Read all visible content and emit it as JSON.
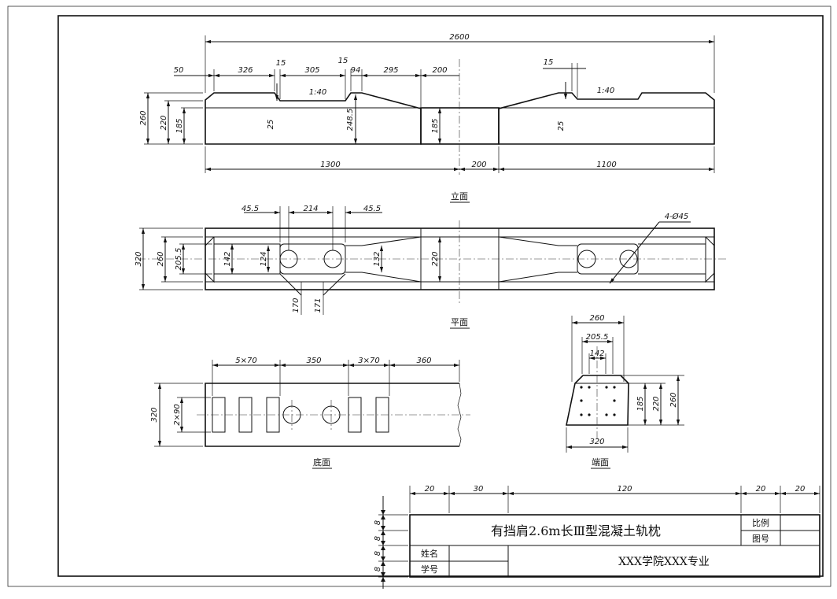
{
  "elevation": {
    "caption": "立面",
    "dims_top": {
      "overall": "2600",
      "d50": "50",
      "d326": "326",
      "d15a": "15",
      "d305": "305",
      "d15b": "15",
      "d94": "94",
      "d295": "295",
      "d200": "200",
      "d15c": "15"
    },
    "slope_left": "1:40",
    "slope_right": "1:40",
    "dims_left": {
      "d260": "260",
      "d220": "220",
      "d185": "185"
    },
    "dims_inner": {
      "d25a": "25",
      "d248": "248.5",
      "d185b": "185",
      "d25b": "25"
    },
    "dims_bottom": {
      "d1300": "1300",
      "d200": "200",
      "d1100": "1100"
    }
  },
  "plan": {
    "caption": "平面",
    "dims_top": {
      "d45a": "45.5",
      "d214": "214",
      "d45b": "45.5"
    },
    "holes_note": "4-Ø45",
    "dims_left": {
      "d320": "320",
      "d260": "260",
      "d2055": "205.5"
    },
    "dims_inner": {
      "d142": "142",
      "d124": "124",
      "d132": "132",
      "d220": "220"
    },
    "dims_below": {
      "d170": "170",
      "d171": "171"
    }
  },
  "bottom_view": {
    "caption": "底面",
    "dims_top": {
      "d5x70": "5×70",
      "d350": "350",
      "d3x70": "3×70",
      "d360": "360"
    },
    "dims_left": {
      "d320": "320",
      "d2x90": "2×90"
    }
  },
  "end_view": {
    "caption": "端面",
    "dims_top": {
      "d260": "260",
      "d2055": "205.5",
      "d142": "142"
    },
    "dims_right": {
      "d185": "185",
      "d220": "220",
      "d260": "260"
    },
    "dims_bottom": {
      "d320": "320"
    }
  },
  "title_block": {
    "col_dims": {
      "c20a": "20",
      "c30": "30",
      "c120": "120",
      "c20b": "20",
      "c20c": "20"
    },
    "row_dims": {
      "r8a": "8",
      "r8b": "8",
      "r8c": "8",
      "r8d": "8"
    },
    "title": "有挡肩2.6m长Ⅲ型混凝土轨枕",
    "scale_label": "比例",
    "drawing_no_label": "图号",
    "name_label": "姓名",
    "student_id_label": "学号",
    "school": "XXX学院XXX专业"
  }
}
